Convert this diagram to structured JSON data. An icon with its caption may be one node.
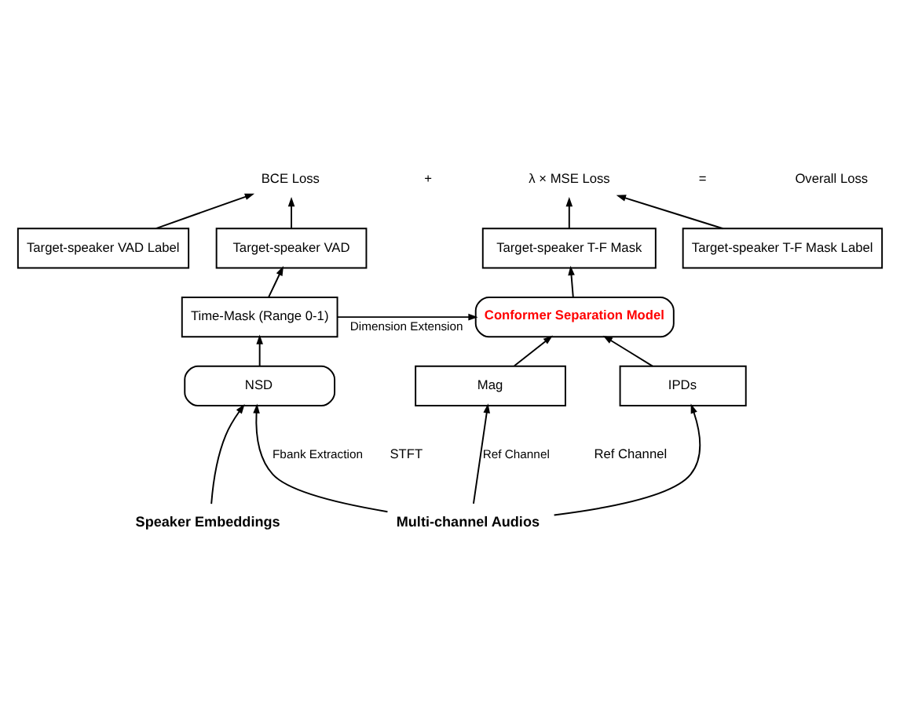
{
  "diagram": {
    "nodes": [
      {
        "text": [
          "Target-speaker VAD Label"
        ]
      },
      {
        "text": [
          "Target-speaker T-F Mask Label"
        ]
      },
      {
        "text": [
          "BCE Loss"
        ]
      },
      {
        "text": [
          "λ × MSE Loss"
        ]
      },
      {
        "text": [
          "Overall Loss"
        ]
      },
      {
        "text": [
          "Target-speaker VAD"
        ]
      },
      {
        "text": [
          "Target-speaker T-F Mask"
        ]
      },
      {
        "text": [
          "Time-Mask (Range 0-1)"
        ]
      },
      {
        "text": [
          "Conformer Separation Model"
        ]
      },
      {
        "text": [
          "NSD"
        ]
      },
      {
        "text": [
          "Mag"
        ]
      },
      {
        "text": [
          "IPDs"
        ]
      },
      {
        "text": [
          "Speaker Embeddings"
        ]
      },
      {
        "text": [
          "Multi-channel Audios"
        ]
      }
    ],
    "edges": [
      {
        "from": 0,
        "to": 2,
        "arrow": "to"
      },
      {
        "from": 1,
        "to": 3,
        "arrow": "to"
      },
      {
        "from": 5,
        "to": 2,
        "arrow": "to"
      },
      {
        "from": 6,
        "to": 3,
        "arrow": "to"
      },
      {
        "from": 7,
        "to": 5,
        "arrow": "to"
      },
      {
        "from": 8,
        "to": 6,
        "arrow": "to"
      },
      {
        "from": 7,
        "to": 8,
        "arrow": "to",
        "label": "Dimension Extension"
      },
      {
        "from": 9,
        "to": 7,
        "arrow": "to"
      },
      {
        "from": 10,
        "to": 8,
        "arrow": "to"
      },
      {
        "from": 11,
        "to": 8,
        "arrow": "to"
      },
      {
        "from": 12,
        "to": 9,
        "arrow": "to"
      },
      {
        "from": 13,
        "to": 10,
        "arrow": "to",
        "label": "Ref Channel"
      },
      {
        "from": 13,
        "to": 9,
        "arrow": "to",
        "label": "Fbank Extraction"
      },
      {
        "from": 13,
        "to": 11,
        "arrow": "to"
      }
    ],
    "labels": [
      "+",
      "=",
      "Ref Channel",
      "STFT"
    ]
  }
}
